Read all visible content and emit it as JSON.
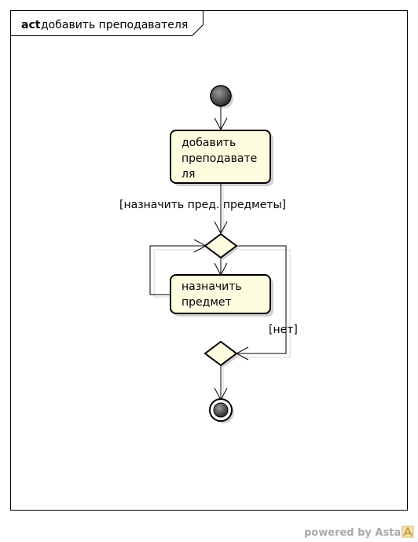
{
  "frame": {
    "keyword": "act",
    "title": "добавить преподавателя"
  },
  "nodes": {
    "action_add": {
      "lines": [
        "добавить",
        "преподавате",
        "ля"
      ]
    },
    "action_assign": {
      "lines": [
        "назначить",
        "предмет"
      ]
    }
  },
  "guards": {
    "assign_subjects": "[назначить пред. предметы]",
    "no": "[нет]"
  },
  "watermark": "powered by Astah",
  "colors": {
    "action_fill": "#fffde0",
    "initial_fill": "#555555",
    "watermark": "#aaaaaa"
  }
}
